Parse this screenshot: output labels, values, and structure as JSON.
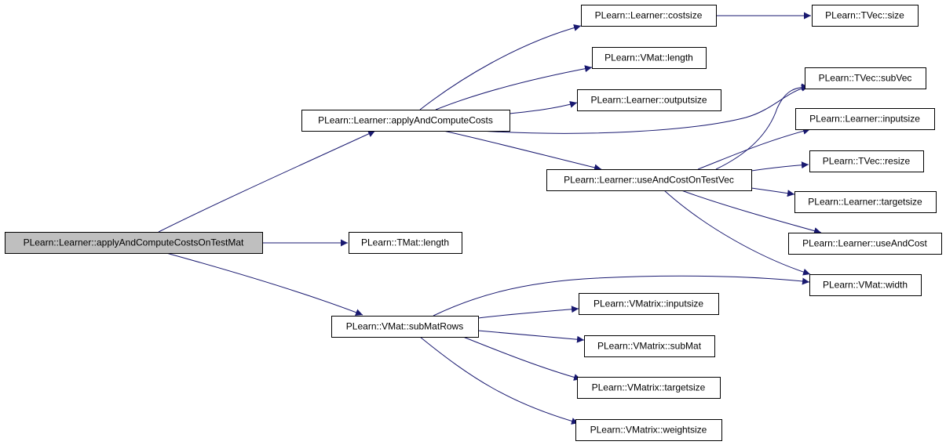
{
  "graph": {
    "edge_color": "#191970",
    "root_fill": "#bfbfbf",
    "nodes": [
      {
        "id": "root",
        "label": "PLearn::Learner::applyAndComputeCostsOnTestMat",
        "root": true
      },
      {
        "id": "applyAndComputeCosts",
        "label": "PLearn::Learner::applyAndComputeCosts"
      },
      {
        "id": "tmat_length",
        "label": "PLearn::TMat::length"
      },
      {
        "id": "subMatRows",
        "label": "PLearn::VMat::subMatRows"
      },
      {
        "id": "costsize",
        "label": "PLearn::Learner::costsize"
      },
      {
        "id": "tvec_size",
        "label": "PLearn::TVec::size"
      },
      {
        "id": "vmat_length",
        "label": "PLearn::VMat::length"
      },
      {
        "id": "outputsize",
        "label": "PLearn::Learner::outputsize"
      },
      {
        "id": "subVec",
        "label": "PLearn::TVec::subVec"
      },
      {
        "id": "useAndCostOnTestVec",
        "label": "PLearn::Learner::useAndCostOnTestVec"
      },
      {
        "id": "inputsize",
        "label": "PLearn::Learner::inputsize"
      },
      {
        "id": "resize",
        "label": "PLearn::TVec::resize"
      },
      {
        "id": "targetsize",
        "label": "PLearn::Learner::targetsize"
      },
      {
        "id": "useAndCost",
        "label": "PLearn::Learner::useAndCost"
      },
      {
        "id": "width",
        "label": "PLearn::VMat::width"
      },
      {
        "id": "vm_inputsize",
        "label": "PLearn::VMatrix::inputsize"
      },
      {
        "id": "vm_subMat",
        "label": "PLearn::VMatrix::subMat"
      },
      {
        "id": "vm_targetsize",
        "label": "PLearn::VMatrix::targetsize"
      },
      {
        "id": "vm_weightsize",
        "label": "PLearn::VMatrix::weightsize"
      }
    ],
    "edges": [
      {
        "from": "root",
        "to": "applyAndComputeCosts"
      },
      {
        "from": "root",
        "to": "tmat_length"
      },
      {
        "from": "root",
        "to": "subMatRows"
      },
      {
        "from": "applyAndComputeCosts",
        "to": "costsize"
      },
      {
        "from": "applyAndComputeCosts",
        "to": "vmat_length"
      },
      {
        "from": "applyAndComputeCosts",
        "to": "outputsize"
      },
      {
        "from": "applyAndComputeCosts",
        "to": "subVec"
      },
      {
        "from": "applyAndComputeCosts",
        "to": "useAndCostOnTestVec"
      },
      {
        "from": "costsize",
        "to": "tvec_size"
      },
      {
        "from": "useAndCostOnTestVec",
        "to": "subVec"
      },
      {
        "from": "useAndCostOnTestVec",
        "to": "inputsize"
      },
      {
        "from": "useAndCostOnTestVec",
        "to": "resize"
      },
      {
        "from": "useAndCostOnTestVec",
        "to": "targetsize"
      },
      {
        "from": "useAndCostOnTestVec",
        "to": "useAndCost"
      },
      {
        "from": "useAndCostOnTestVec",
        "to": "width"
      },
      {
        "from": "subMatRows",
        "to": "width"
      },
      {
        "from": "subMatRows",
        "to": "vm_inputsize"
      },
      {
        "from": "subMatRows",
        "to": "vm_subMat"
      },
      {
        "from": "subMatRows",
        "to": "vm_targetsize"
      },
      {
        "from": "subMatRows",
        "to": "vm_weightsize"
      }
    ]
  }
}
